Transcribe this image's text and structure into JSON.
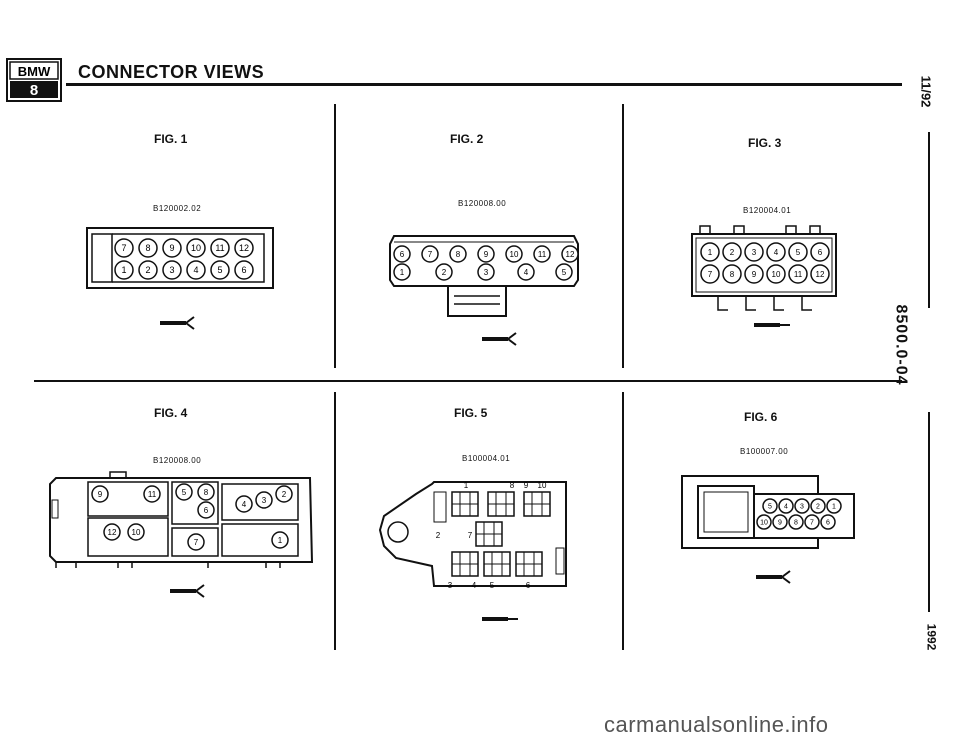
{
  "header": {
    "title": "CONNECTOR VIEWS",
    "logo_text": "BMW",
    "logo_digit": "8"
  },
  "side": {
    "date": "11/92",
    "page_code": "8500.0-04",
    "year": "1992"
  },
  "watermark": "carmanualsonline.info",
  "figures": [
    {
      "title": "FIG. 1",
      "part_no": "B120002.02",
      "pins_top": [
        "7",
        "8",
        "9",
        "10",
        "11",
        "12"
      ],
      "pins_bottom": [
        "1",
        "2",
        "3",
        "4",
        "5",
        "6"
      ]
    },
    {
      "title": "FIG. 2",
      "part_no": "B120008.00",
      "pins_top": [
        "6",
        "7",
        "8",
        "9",
        "10",
        "11",
        "12"
      ],
      "pins_bottom": [
        "1",
        "2",
        "3",
        "4",
        "5"
      ]
    },
    {
      "title": "FIG. 3",
      "part_no": "B120004.01",
      "pins_top": [
        "1",
        "2",
        "3",
        "4",
        "5",
        "6"
      ],
      "pins_bottom": [
        "7",
        "8",
        "9",
        "10",
        "11",
        "12"
      ]
    },
    {
      "title": "FIG. 4",
      "part_no": "B120008.00",
      "pins": [
        "9",
        "11",
        "5",
        "8",
        "6",
        "4",
        "3",
        "2",
        "12",
        "10",
        "7",
        "1"
      ]
    },
    {
      "title": "FIG. 5",
      "part_no": "B100004.01",
      "pins": [
        "1",
        "8",
        "9",
        "10",
        "2",
        "7",
        "3",
        "4",
        "5",
        "6"
      ]
    },
    {
      "title": "FIG. 6",
      "part_no": "B100007.00",
      "pins_top": [
        "5",
        "4",
        "3",
        "2",
        "1"
      ],
      "pins_bottom": [
        "10",
        "9",
        "8",
        "7",
        "6"
      ]
    }
  ]
}
